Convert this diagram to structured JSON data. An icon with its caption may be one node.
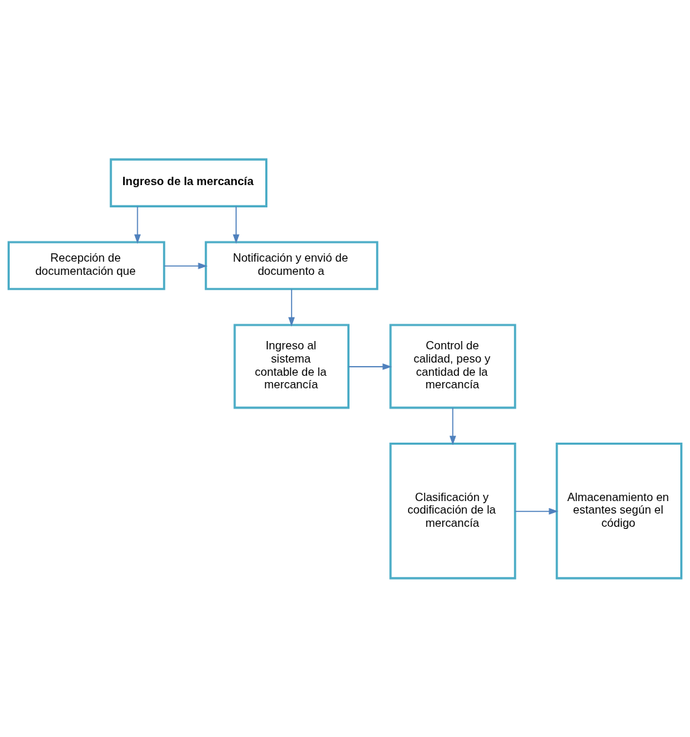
{
  "diagram": {
    "nodes": [
      {
        "text": [
          "Ingreso de la mercancía"
        ]
      },
      {
        "text": [
          "Recepción de documentación que"
        ]
      },
      {
        "text": [
          "Notificación y envió de documento a"
        ]
      },
      {
        "text": [
          "Ingreso al sistema contable de la mercancía"
        ]
      },
      {
        "text": [
          "Control de calidad, peso y cantidad de la mercancía"
        ]
      },
      {
        "text": [
          "Clasificación y codificación de la mercancía"
        ]
      },
      {
        "text": [
          "Almacenamiento en estantes según el código"
        ]
      }
    ],
    "edges": [
      {
        "from": 0,
        "to": 1,
        "arrow": "to"
      },
      {
        "from": 0,
        "to": 2,
        "arrow": "to"
      },
      {
        "from": 1,
        "to": 2,
        "arrow": "to"
      },
      {
        "from": 2,
        "to": 3,
        "arrow": "to"
      },
      {
        "from": 3,
        "to": 4,
        "arrow": "to"
      },
      {
        "from": 4,
        "to": 5,
        "arrow": "to"
      },
      {
        "from": 5,
        "to": 6,
        "arrow": "to"
      }
    ]
  }
}
